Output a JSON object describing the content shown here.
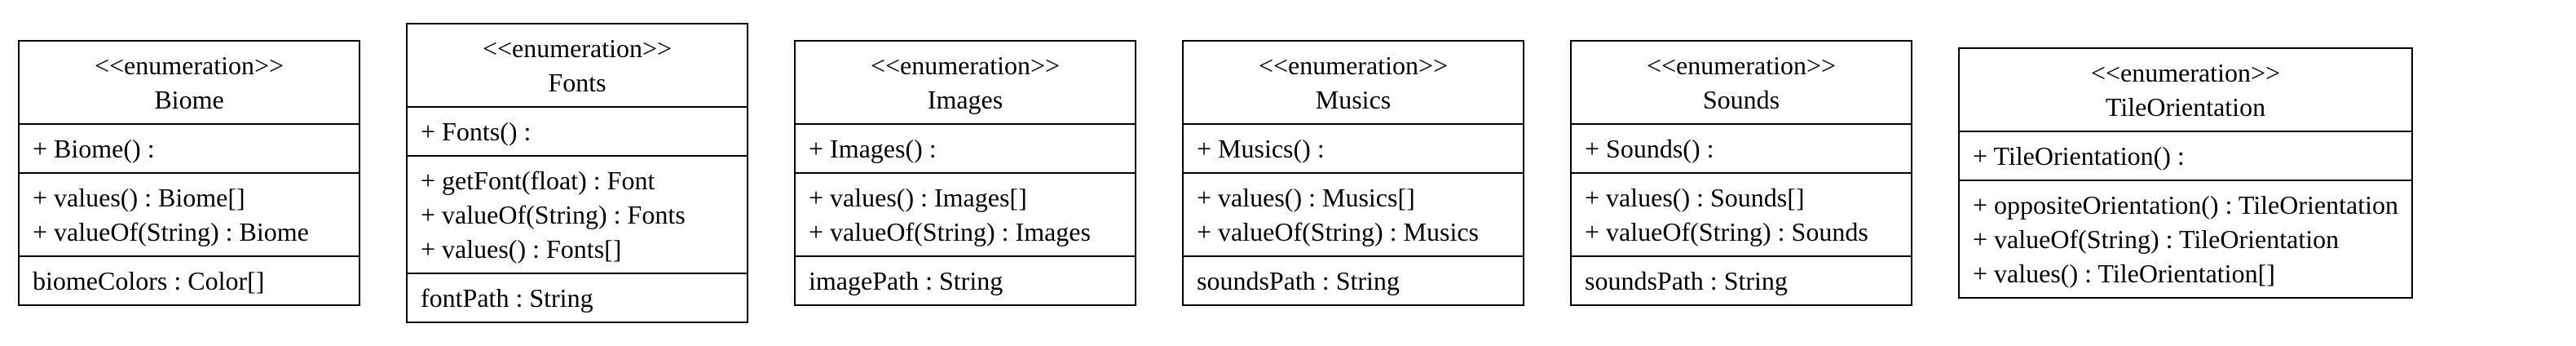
{
  "diagram": {
    "classes": [
      {
        "stereotype": "<<enumeration>>",
        "name": "Biome",
        "compartments": [
          [
            "+ Biome() :"
          ],
          [
            "+ values() : Biome[]",
            "+ valueOf(String) : Biome"
          ],
          [
            "biomeColors : Color[]"
          ]
        ]
      },
      {
        "stereotype": "<<enumeration>>",
        "name": "Fonts",
        "compartments": [
          [
            "+ Fonts() :"
          ],
          [
            "+ getFont(float) : Font",
            "+ valueOf(String) : Fonts",
            "+ values() : Fonts[]"
          ],
          [
            "fontPath : String"
          ]
        ]
      },
      {
        "stereotype": "<<enumeration>>",
        "name": "Images",
        "compartments": [
          [
            "+ Images() :"
          ],
          [
            "+ values() : Images[]",
            "+ valueOf(String) : Images"
          ],
          [
            "imagePath : String"
          ]
        ]
      },
      {
        "stereotype": "<<enumeration>>",
        "name": "Musics",
        "compartments": [
          [
            "+ Musics() :"
          ],
          [
            "+ values() : Musics[]",
            "+ valueOf(String) : Musics"
          ],
          [
            "soundsPath : String"
          ]
        ]
      },
      {
        "stereotype": "<<enumeration>>",
        "name": "Sounds",
        "compartments": [
          [
            "+ Sounds() :"
          ],
          [
            "+ values() : Sounds[]",
            "+ valueOf(String) : Sounds"
          ],
          [
            "soundsPath : String"
          ]
        ]
      },
      {
        "stereotype": "<<enumeration>>",
        "name": "TileOrientation",
        "compartments": [
          [
            "+ TileOrientation() :"
          ],
          [
            "+ oppositeOrientation() : TileOrientation",
            "+ valueOf(String) : TileOrientation",
            "+ values() : TileOrientation[]"
          ]
        ]
      }
    ]
  }
}
